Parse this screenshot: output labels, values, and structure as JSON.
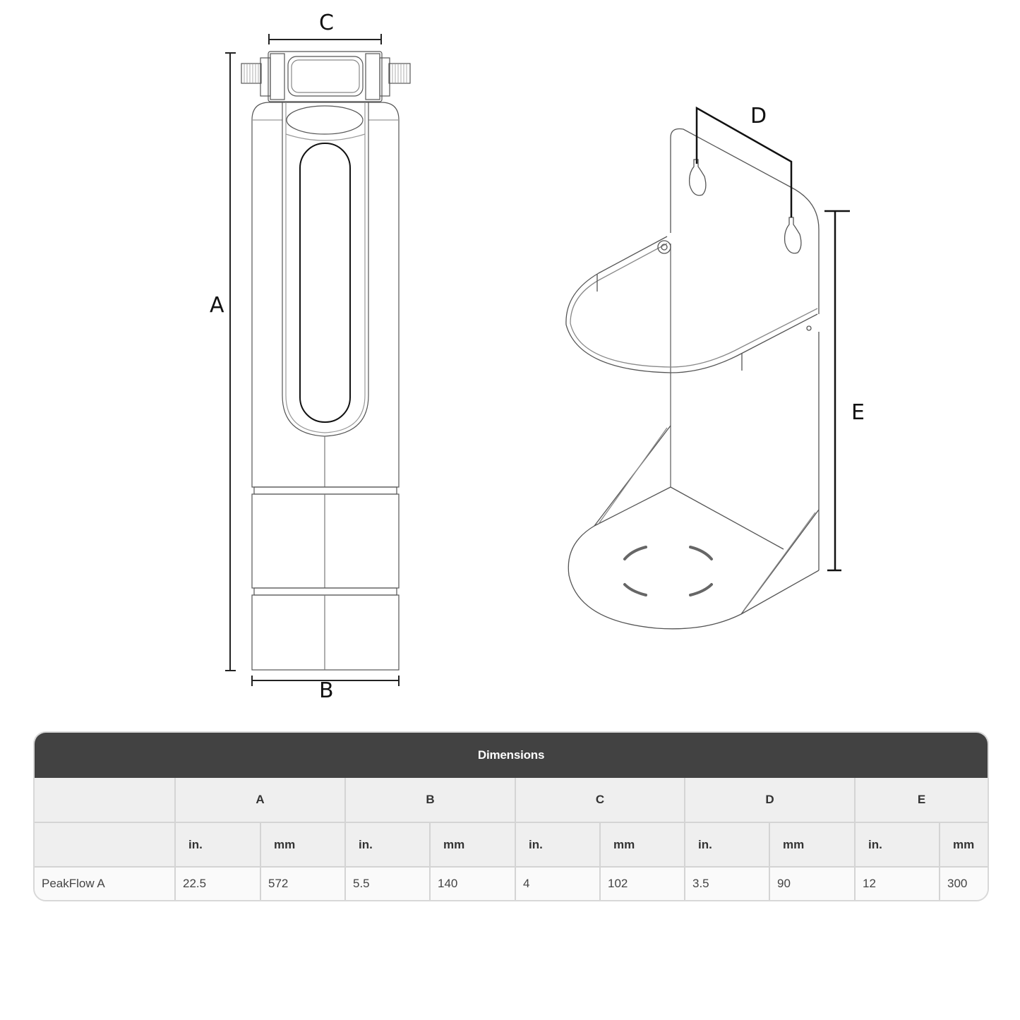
{
  "drawing": {
    "cartridge_labels": {
      "A": "A",
      "B": "B",
      "C": "C"
    },
    "bracket_labels": {
      "D": "D",
      "E": "E"
    }
  },
  "table": {
    "title": "Dimensions",
    "letters": [
      "A",
      "B",
      "C",
      "D",
      "E"
    ],
    "units": [
      "in.",
      "mm",
      "in.",
      "mm",
      "in.",
      "mm",
      "in.",
      "mm",
      "in.",
      "mm"
    ],
    "rows": [
      {
        "name": "PeakFlow A",
        "values": [
          "22.5",
          "572",
          "5.5",
          "140",
          "4",
          "102",
          "3.5",
          "90",
          "12",
          "300"
        ]
      }
    ],
    "colors": {
      "header_bg": "#424242",
      "subheader_bg": "#efefef",
      "row_bg": "#fafafa",
      "border": "#d4d4d4"
    }
  }
}
